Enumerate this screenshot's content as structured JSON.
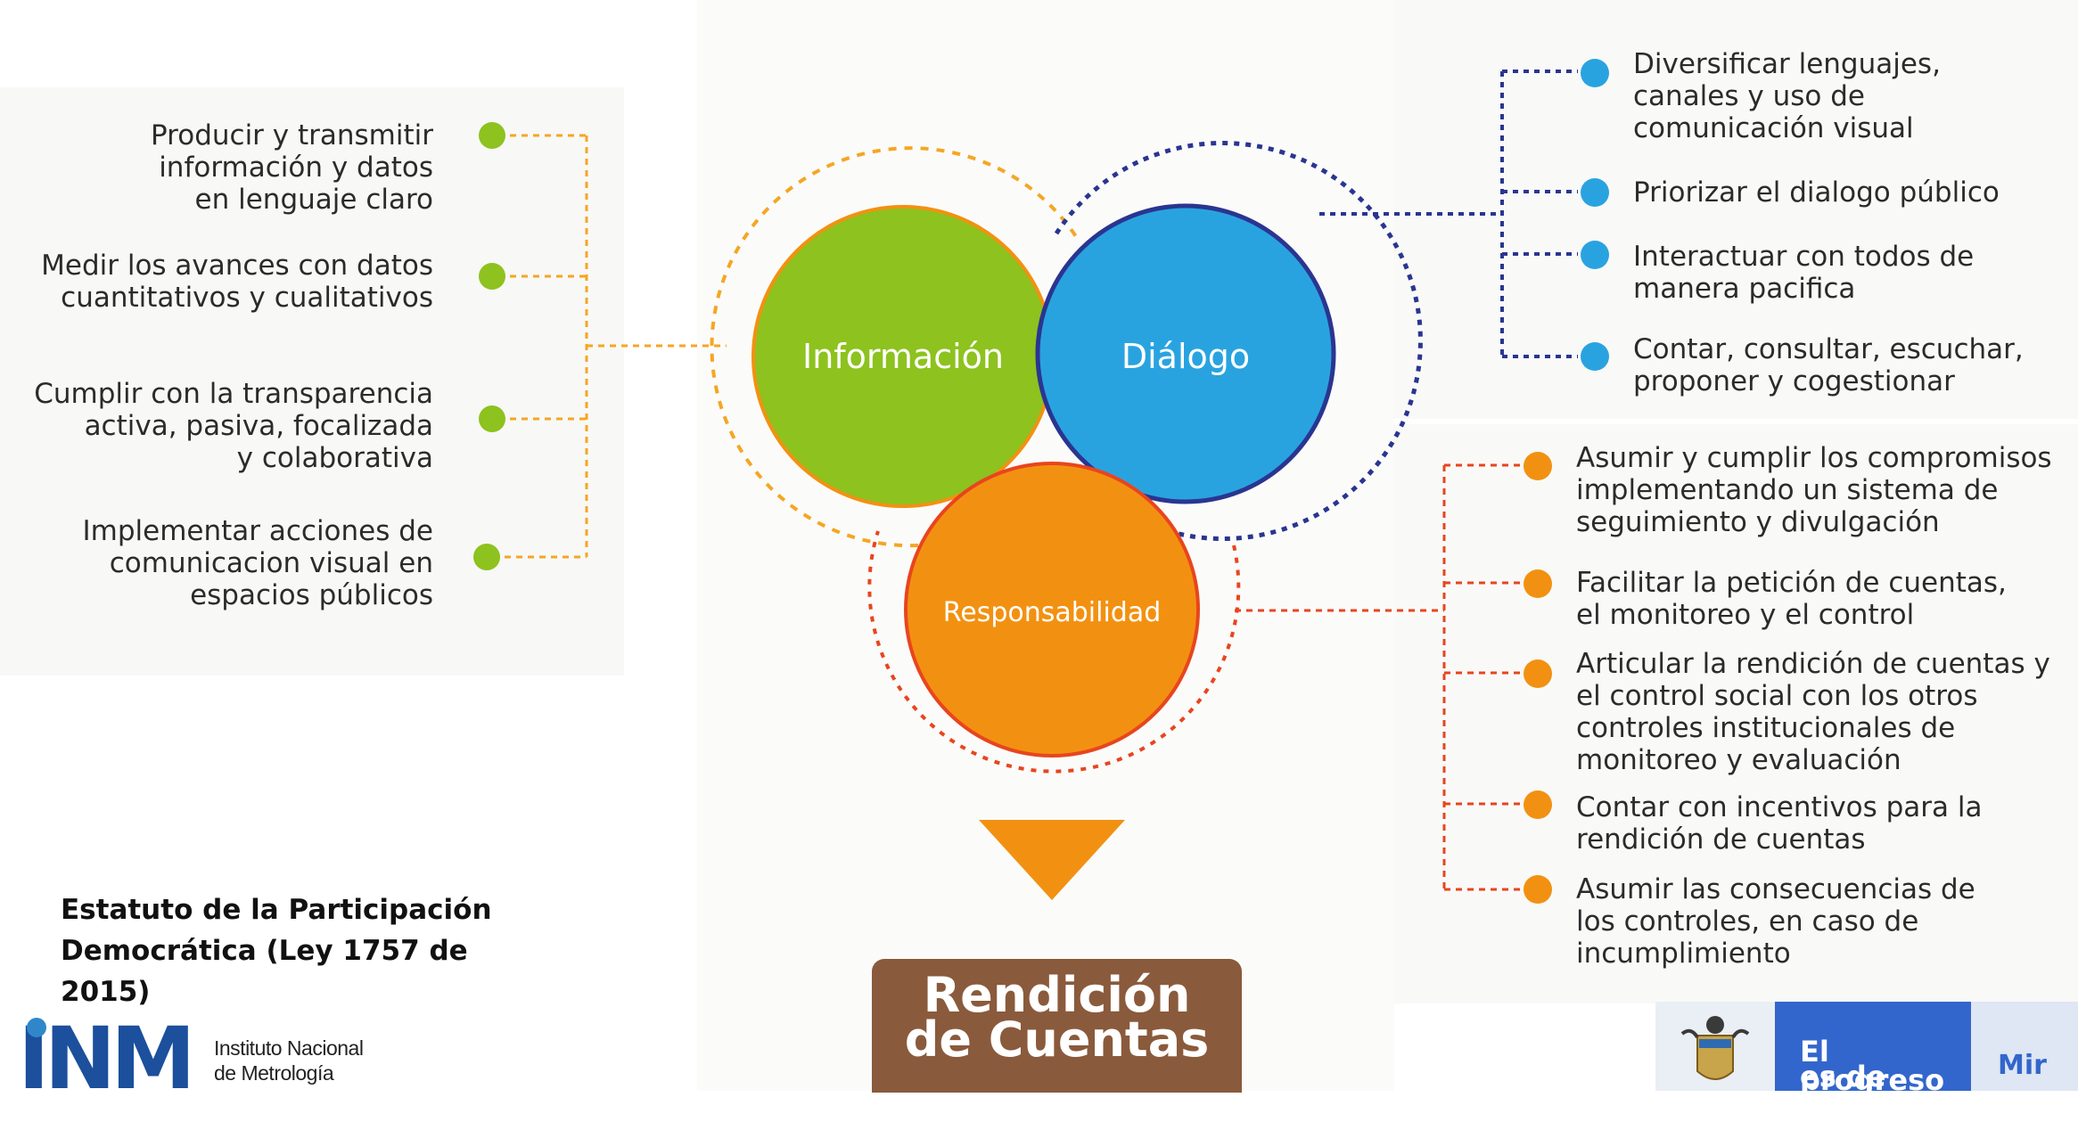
{
  "circles": {
    "informacion": "Información",
    "dialogo": "Diálogo",
    "responsabilidad": "Responsabilidad"
  },
  "left_items": [
    [
      "Producir y transmitir",
      "información y datos",
      "en lenguaje claro"
    ],
    [
      "Medir los avances con datos",
      "cuantitativos y cualitativos"
    ],
    [
      "Cumplir con la transparencia",
      "activa, pasiva, focalizada",
      "y colaborativa"
    ],
    [
      "Implementar acciones de",
      "comunicacion visual en",
      "espacios públicos"
    ]
  ],
  "right_top_items": [
    [
      "Diversificar lenguajes,",
      "canales y uso de",
      "comunicación visual"
    ],
    [
      "Priorizar el dialogo público"
    ],
    [
      "Interactuar con todos de",
      "manera pacifica"
    ],
    [
      "Contar, consultar, escuchar,",
      "proponer y cogestionar"
    ]
  ],
  "right_bottom_items": [
    [
      "Asumir y cumplir los compromisos",
      "implementando un sistema de",
      "seguimiento y divulgación"
    ],
    [
      "Facilitar la petición de cuentas,",
      "el monitoreo y el control"
    ],
    [
      "Articular la rendición de cuentas y",
      "el control social con los otros",
      "controles institucionales de",
      "monitoreo y evaluación"
    ],
    [
      "Contar con incentivos para la",
      "rendición de cuentas"
    ],
    [
      "Asumir las consecuencias de",
      "los controles, en caso de",
      "incumplimiento"
    ]
  ],
  "caption": {
    "line1": "Estatuto de la Participación",
    "line2": "Democrática (Ley 1757 de 2015)"
  },
  "rendicion": {
    "line1": "Rendición",
    "line2": "de Cuentas"
  },
  "logo": {
    "letters": "INM",
    "line1": "Instituto Nacional",
    "line2": "de Metrología"
  },
  "gov": {
    "line1": "El progreso",
    "line2": "es de todos",
    "min": "Mir"
  },
  "colors": {
    "green": "#8dc21f",
    "blue": "#29a3e0",
    "orange": "#f29111",
    "navy": "#2a3590",
    "brown": "#8a5a3c"
  }
}
